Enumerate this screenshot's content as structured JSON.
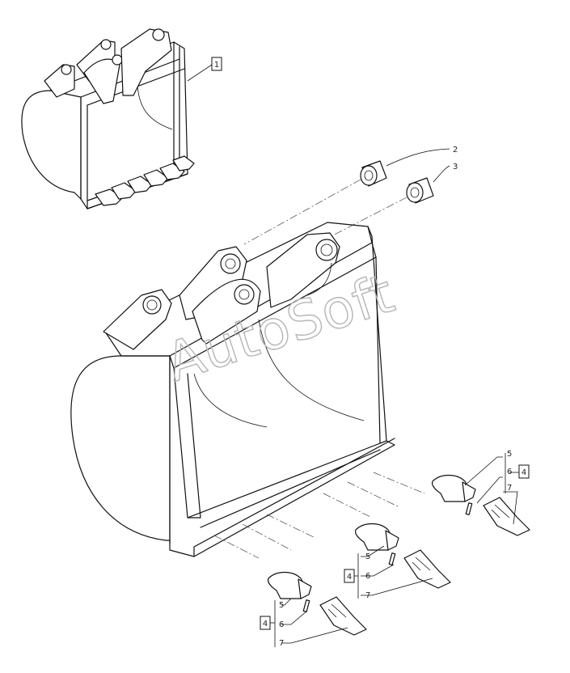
{
  "callouts": {
    "box_top": "1",
    "pin_upper": "2",
    "pin_lower": "3",
    "box_right": "4",
    "box_mid": "4",
    "box_low": "4",
    "r_5": "5",
    "r_6": "6",
    "r_7": "7",
    "m_5": "5",
    "m_6": "6",
    "m_7": "7",
    "l_5": "5",
    "l_6": "6",
    "l_7": "7"
  },
  "watermark": "AutoSoft"
}
